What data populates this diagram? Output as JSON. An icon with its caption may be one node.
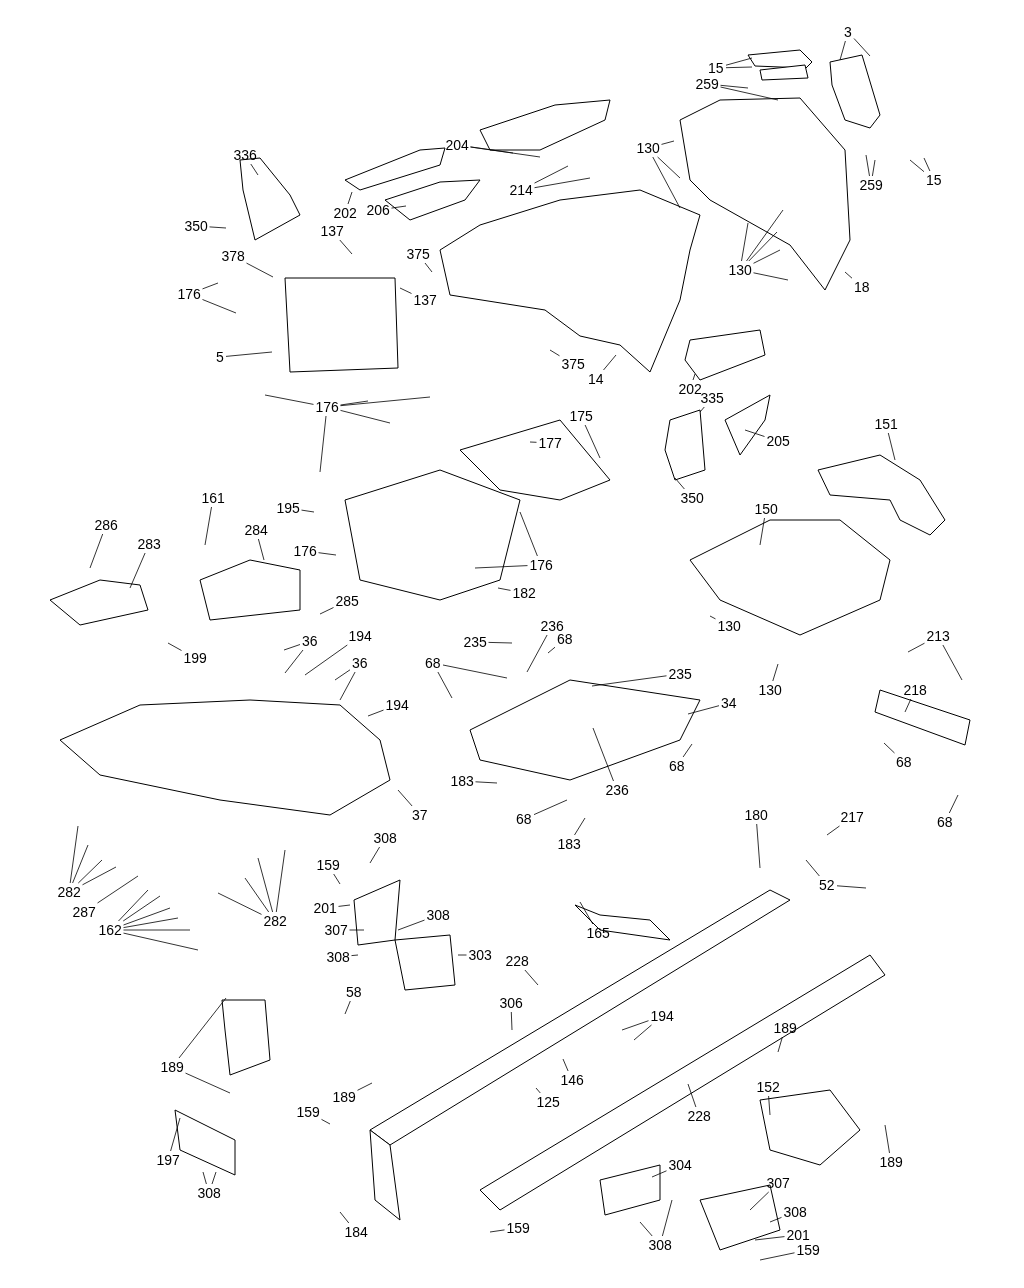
{
  "diagram": {
    "nodes": [
      {
        "text": [
          "3"
        ]
      },
      {
        "text": [
          "15"
        ]
      },
      {
        "text": [
          "259"
        ]
      },
      {
        "text": [
          "130"
        ]
      },
      {
        "text": [
          "204"
        ]
      },
      {
        "text": [
          "214"
        ]
      },
      {
        "text": [
          "15"
        ]
      },
      {
        "text": [
          "259"
        ]
      },
      {
        "text": [
          "336"
        ]
      },
      {
        "text": [
          "202"
        ]
      },
      {
        "text": [
          "206"
        ]
      },
      {
        "text": [
          "350"
        ]
      },
      {
        "text": [
          "137"
        ]
      },
      {
        "text": [
          "375"
        ]
      },
      {
        "text": [
          "378"
        ]
      },
      {
        "text": [
          "137"
        ]
      },
      {
        "text": [
          "176"
        ]
      },
      {
        "text": [
          "130"
        ]
      },
      {
        "text": [
          "18"
        ]
      },
      {
        "text": [
          "5"
        ]
      },
      {
        "text": [
          "375"
        ]
      },
      {
        "text": [
          "14"
        ]
      },
      {
        "text": [
          "176"
        ]
      },
      {
        "text": [
          "202"
        ]
      },
      {
        "text": [
          "335"
        ]
      },
      {
        "text": [
          "175"
        ]
      },
      {
        "text": [
          "177"
        ]
      },
      {
        "text": [
          "205"
        ]
      },
      {
        "text": [
          "151"
        ]
      },
      {
        "text": [
          "350"
        ]
      },
      {
        "text": [
          "150"
        ]
      },
      {
        "text": [
          "161"
        ]
      },
      {
        "text": [
          "195"
        ]
      },
      {
        "text": [
          "286"
        ]
      },
      {
        "text": [
          "284"
        ]
      },
      {
        "text": [
          "283"
        ]
      },
      {
        "text": [
          "176"
        ]
      },
      {
        "text": [
          "176"
        ]
      },
      {
        "text": [
          "182"
        ]
      },
      {
        "text": [
          "285"
        ]
      },
      {
        "text": [
          "199"
        ]
      },
      {
        "text": [
          "36"
        ]
      },
      {
        "text": [
          "194"
        ]
      },
      {
        "text": [
          "36"
        ]
      },
      {
        "text": [
          "235"
        ]
      },
      {
        "text": [
          "236"
        ]
      },
      {
        "text": [
          "68"
        ]
      },
      {
        "text": [
          "68"
        ]
      },
      {
        "text": [
          "194"
        ]
      },
      {
        "text": [
          "235"
        ]
      },
      {
        "text": [
          "34"
        ]
      },
      {
        "text": [
          "213"
        ]
      },
      {
        "text": [
          "218"
        ]
      },
      {
        "text": [
          "130"
        ]
      },
      {
        "text": [
          "130"
        ]
      },
      {
        "text": [
          "68"
        ]
      },
      {
        "text": [
          "236"
        ]
      },
      {
        "text": [
          "183"
        ]
      },
      {
        "text": [
          "68"
        ]
      },
      {
        "text": [
          "183"
        ]
      },
      {
        "text": [
          "37"
        ]
      },
      {
        "text": [
          "68"
        ]
      },
      {
        "text": [
          "68"
        ]
      },
      {
        "text": [
          "217"
        ]
      },
      {
        "text": [
          "180"
        ]
      },
      {
        "text": [
          "52"
        ]
      },
      {
        "text": [
          "282"
        ]
      },
      {
        "text": [
          "287"
        ]
      },
      {
        "text": [
          "162"
        ]
      },
      {
        "text": [
          "282"
        ]
      },
      {
        "text": [
          "308"
        ]
      },
      {
        "text": [
          "159"
        ]
      },
      {
        "text": [
          "201"
        ]
      },
      {
        "text": [
          "307"
        ]
      },
      {
        "text": [
          "308"
        ]
      },
      {
        "text": [
          "308"
        ]
      },
      {
        "text": [
          "303"
        ]
      },
      {
        "text": [
          "165"
        ]
      },
      {
        "text": [
          "228"
        ]
      },
      {
        "text": [
          "58"
        ]
      },
      {
        "text": [
          "306"
        ]
      },
      {
        "text": [
          "194"
        ]
      },
      {
        "text": [
          "189"
        ]
      },
      {
        "text": [
          "189"
        ]
      },
      {
        "text": [
          "146"
        ]
      },
      {
        "text": [
          "189"
        ]
      },
      {
        "text": [
          "125"
        ]
      },
      {
        "text": [
          "228"
        ]
      },
      {
        "text": [
          "152"
        ]
      },
      {
        "text": [
          "159"
        ]
      },
      {
        "text": [
          "197"
        ]
      },
      {
        "text": [
          "189"
        ]
      },
      {
        "text": [
          "304"
        ]
      },
      {
        "text": [
          "308"
        ]
      },
      {
        "text": [
          "307"
        ]
      },
      {
        "text": [
          "308"
        ]
      },
      {
        "text": [
          "184"
        ]
      },
      {
        "text": [
          "159"
        ]
      },
      {
        "text": [
          "308"
        ]
      },
      {
        "text": [
          "201"
        ]
      },
      {
        "text": [
          "159"
        ]
      }
    ],
    "edges": [
      {
        "from": 0,
        "to": null,
        "arrow": "none"
      },
      {
        "from": 0,
        "to": null,
        "arrow": "none"
      },
      {
        "from": 1,
        "to": null,
        "arrow": "none"
      },
      {
        "from": 1,
        "to": null,
        "arrow": "none"
      },
      {
        "from": 2,
        "to": null,
        "arrow": "none"
      },
      {
        "from": 2,
        "to": null,
        "arrow": "none"
      },
      {
        "from": 3,
        "to": null,
        "arrow": "none"
      },
      {
        "from": 3,
        "to": null,
        "arrow": "none"
      },
      {
        "from": 3,
        "to": null,
        "arrow": "none"
      },
      {
        "from": 4,
        "to": null,
        "arrow": "none"
      },
      {
        "from": 4,
        "to": null,
        "arrow": "none"
      },
      {
        "from": 5,
        "to": null,
        "arrow": "none"
      },
      {
        "from": 5,
        "to": null,
        "arrow": "none"
      },
      {
        "from": 6,
        "to": null,
        "arrow": "none"
      },
      {
        "from": 6,
        "to": null,
        "arrow": "none"
      },
      {
        "from": 7,
        "to": null,
        "arrow": "none"
      },
      {
        "from": 7,
        "to": null,
        "arrow": "none"
      },
      {
        "from": 8,
        "to": null,
        "arrow": "none"
      },
      {
        "from": 9,
        "to": null,
        "arrow": "none"
      },
      {
        "from": 10,
        "to": null,
        "arrow": "none"
      },
      {
        "from": 11,
        "to": null,
        "arrow": "none"
      },
      {
        "from": 12,
        "to": null,
        "arrow": "none"
      },
      {
        "from": 13,
        "to": null,
        "arrow": "none"
      },
      {
        "from": 14,
        "to": null,
        "arrow": "none"
      },
      {
        "from": 15,
        "to": null,
        "arrow": "none"
      },
      {
        "from": 16,
        "to": null,
        "arrow": "none"
      },
      {
        "from": 16,
        "to": null,
        "arrow": "none"
      },
      {
        "from": 17,
        "to": null,
        "arrow": "none"
      },
      {
        "from": 17,
        "to": null,
        "arrow": "none"
      },
      {
        "from": 17,
        "to": null,
        "arrow": "none"
      },
      {
        "from": 17,
        "to": null,
        "arrow": "none"
      },
      {
        "from": 17,
        "to": null,
        "arrow": "none"
      },
      {
        "from": 18,
        "to": null,
        "arrow": "none"
      },
      {
        "from": 19,
        "to": null,
        "arrow": "none"
      },
      {
        "from": 20,
        "to": null,
        "arrow": "none"
      },
      {
        "from": 21,
        "to": null,
        "arrow": "none"
      },
      {
        "from": 22,
        "to": null,
        "arrow": "none"
      },
      {
        "from": 22,
        "to": null,
        "arrow": "none"
      },
      {
        "from": 22,
        "to": null,
        "arrow": "none"
      },
      {
        "from": 22,
        "to": null,
        "arrow": "none"
      },
      {
        "from": 22,
        "to": null,
        "arrow": "none"
      },
      {
        "from": 23,
        "to": null,
        "arrow": "none"
      },
      {
        "from": 24,
        "to": null,
        "arrow": "none"
      },
      {
        "from": 25,
        "to": null,
        "arrow": "none"
      },
      {
        "from": 26,
        "to": null,
        "arrow": "none"
      },
      {
        "from": 27,
        "to": null,
        "arrow": "none"
      },
      {
        "from": 28,
        "to": null,
        "arrow": "none"
      },
      {
        "from": 29,
        "to": null,
        "arrow": "none"
      },
      {
        "from": 30,
        "to": null,
        "arrow": "none"
      },
      {
        "from": 31,
        "to": null,
        "arrow": "none"
      },
      {
        "from": 32,
        "to": null,
        "arrow": "none"
      },
      {
        "from": 33,
        "to": null,
        "arrow": "none"
      },
      {
        "from": 34,
        "to": null,
        "arrow": "none"
      },
      {
        "from": 35,
        "to": null,
        "arrow": "none"
      },
      {
        "from": 36,
        "to": null,
        "arrow": "none"
      },
      {
        "from": 37,
        "to": null,
        "arrow": "none"
      },
      {
        "from": 37,
        "to": null,
        "arrow": "none"
      },
      {
        "from": 38,
        "to": null,
        "arrow": "none"
      },
      {
        "from": 39,
        "to": null,
        "arrow": "none"
      },
      {
        "from": 40,
        "to": null,
        "arrow": "none"
      },
      {
        "from": 41,
        "to": null,
        "arrow": "none"
      },
      {
        "from": 41,
        "to": null,
        "arrow": "none"
      },
      {
        "from": 42,
        "to": null,
        "arrow": "none"
      },
      {
        "from": 43,
        "to": null,
        "arrow": "none"
      },
      {
        "from": 43,
        "to": null,
        "arrow": "none"
      },
      {
        "from": 44,
        "to": null,
        "arrow": "none"
      },
      {
        "from": 45,
        "to": null,
        "arrow": "none"
      },
      {
        "from": 46,
        "to": null,
        "arrow": "none"
      },
      {
        "from": 47,
        "to": null,
        "arrow": "none"
      },
      {
        "from": 47,
        "to": null,
        "arrow": "none"
      },
      {
        "from": 48,
        "to": null,
        "arrow": "none"
      },
      {
        "from": 49,
        "to": null,
        "arrow": "none"
      },
      {
        "from": 50,
        "to": null,
        "arrow": "none"
      },
      {
        "from": 51,
        "to": null,
        "arrow": "none"
      },
      {
        "from": 51,
        "to": null,
        "arrow": "none"
      },
      {
        "from": 52,
        "to": null,
        "arrow": "none"
      },
      {
        "from": 53,
        "to": null,
        "arrow": "none"
      },
      {
        "from": 54,
        "to": null,
        "arrow": "none"
      },
      {
        "from": 55,
        "to": null,
        "arrow": "none"
      },
      {
        "from": 56,
        "to": null,
        "arrow": "none"
      },
      {
        "from": 57,
        "to": null,
        "arrow": "none"
      },
      {
        "from": 58,
        "to": null,
        "arrow": "none"
      },
      {
        "from": 59,
        "to": null,
        "arrow": "none"
      },
      {
        "from": 60,
        "to": null,
        "arrow": "none"
      },
      {
        "from": 61,
        "to": null,
        "arrow": "none"
      },
      {
        "from": 62,
        "to": null,
        "arrow": "none"
      },
      {
        "from": 63,
        "to": null,
        "arrow": "none"
      },
      {
        "from": 64,
        "to": null,
        "arrow": "none"
      },
      {
        "from": 65,
        "to": null,
        "arrow": "none"
      },
      {
        "from": 65,
        "to": null,
        "arrow": "none"
      },
      {
        "from": 66,
        "to": null,
        "arrow": "none"
      },
      {
        "from": 66,
        "to": null,
        "arrow": "none"
      },
      {
        "from": 66,
        "to": null,
        "arrow": "none"
      },
      {
        "from": 66,
        "to": null,
        "arrow": "none"
      },
      {
        "from": 67,
        "to": null,
        "arrow": "none"
      },
      {
        "from": 68,
        "to": null,
        "arrow": "none"
      },
      {
        "from": 68,
        "to": null,
        "arrow": "none"
      },
      {
        "from": 68,
        "to": null,
        "arrow": "none"
      },
      {
        "from": 68,
        "to": null,
        "arrow": "none"
      },
      {
        "from": 68,
        "to": null,
        "arrow": "none"
      },
      {
        "from": 68,
        "to": null,
        "arrow": "none"
      },
      {
        "from": 69,
        "to": null,
        "arrow": "none"
      },
      {
        "from": 69,
        "to": null,
        "arrow": "none"
      },
      {
        "from": 69,
        "to": null,
        "arrow": "none"
      },
      {
        "from": 69,
        "to": null,
        "arrow": "none"
      },
      {
        "from": 70,
        "to": null,
        "arrow": "none"
      },
      {
        "from": 71,
        "to": null,
        "arrow": "none"
      },
      {
        "from": 72,
        "to": null,
        "arrow": "none"
      },
      {
        "from": 73,
        "to": null,
        "arrow": "none"
      },
      {
        "from": 74,
        "to": null,
        "arrow": "none"
      },
      {
        "from": 75,
        "to": null,
        "arrow": "none"
      },
      {
        "from": 76,
        "to": null,
        "arrow": "none"
      },
      {
        "from": 77,
        "to": null,
        "arrow": "none"
      },
      {
        "from": 78,
        "to": null,
        "arrow": "none"
      },
      {
        "from": 79,
        "to": null,
        "arrow": "none"
      },
      {
        "from": 80,
        "to": null,
        "arrow": "none"
      },
      {
        "from": 81,
        "to": null,
        "arrow": "none"
      },
      {
        "from": 81,
        "to": null,
        "arrow": "none"
      },
      {
        "from": 82,
        "to": null,
        "arrow": "none"
      },
      {
        "from": 82,
        "to": null,
        "arrow": "none"
      },
      {
        "from": 83,
        "to": null,
        "arrow": "none"
      },
      {
        "from": 84,
        "to": null,
        "arrow": "none"
      },
      {
        "from": 85,
        "to": null,
        "arrow": "none"
      },
      {
        "from": 86,
        "to": null,
        "arrow": "none"
      },
      {
        "from": 87,
        "to": null,
        "arrow": "none"
      },
      {
        "from": 88,
        "to": null,
        "arrow": "none"
      },
      {
        "from": 89,
        "to": null,
        "arrow": "none"
      },
      {
        "from": 90,
        "to": null,
        "arrow": "none"
      },
      {
        "from": 91,
        "to": null,
        "arrow": "none"
      },
      {
        "from": 92,
        "to": null,
        "arrow": "none"
      },
      {
        "from": 93,
        "to": null,
        "arrow": "none"
      },
      {
        "from": 93,
        "to": null,
        "arrow": "none"
      },
      {
        "from": 94,
        "to": null,
        "arrow": "none"
      },
      {
        "from": 95,
        "to": null,
        "arrow": "none"
      },
      {
        "from": 96,
        "to": null,
        "arrow": "none"
      },
      {
        "from": 97,
        "to": null,
        "arrow": "none"
      },
      {
        "from": 98,
        "to": null,
        "arrow": "none"
      },
      {
        "from": 98,
        "to": null,
        "arrow": "none"
      },
      {
        "from": 99,
        "to": null,
        "arrow": "none"
      },
      {
        "from": 100,
        "to": null,
        "arrow": "none"
      }
    ]
  }
}
